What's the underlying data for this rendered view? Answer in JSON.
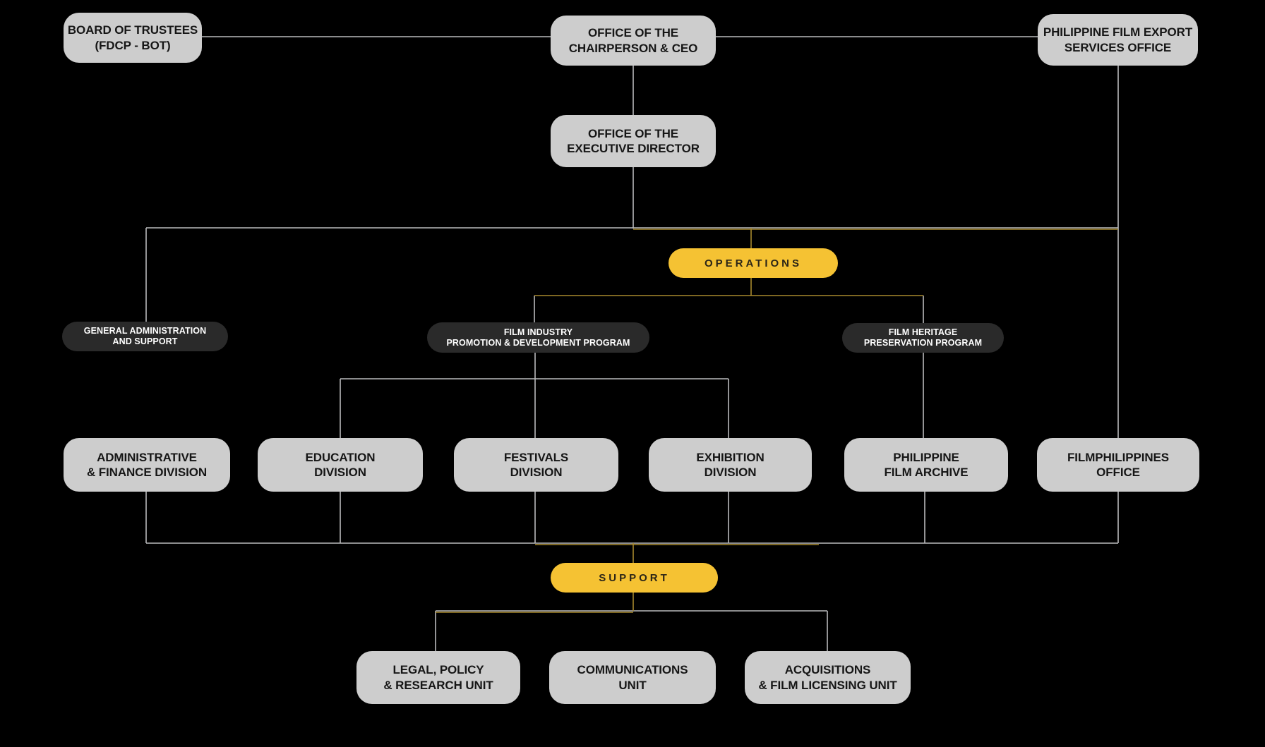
{
  "colors": {
    "background": "#000000",
    "accent_yellow": "#F5C233",
    "box_gray": "#CDCDCD",
    "pill_dark": "#2A2A2A",
    "line_silver": "#B9BABC",
    "line_gold": "#A8892E",
    "text_dark": "#161616",
    "text_light": "#FFFFFF"
  },
  "nodes": {
    "bot": {
      "line1": "BOARD OF TRUSTEES",
      "line2": "(FDCP - BOT)"
    },
    "chairperson": {
      "line1": "OFFICE OF THE",
      "line2": "CHAIRPERSON & CEO"
    },
    "pfeso": {
      "line1": "PHILIPPINE FILM EXPORT",
      "line2": "SERVICES OFFICE"
    },
    "exec_director": {
      "line1": "OFFICE OF THE",
      "line2": "EXECUTIVE DIRECTOR"
    },
    "operations": {
      "label": "OPERATIONS"
    },
    "general_admin": {
      "line1": "GENERAL ADMINISTRATION",
      "line2": "AND SUPPORT"
    },
    "film_industry": {
      "line1": "FILM INDUSTRY",
      "line2": "PROMOTION & DEVELOPMENT PROGRAM"
    },
    "film_heritage": {
      "line1": "FILM HERITAGE",
      "line2": "PRESERVATION PROGRAM"
    },
    "admin_finance": {
      "line1": "ADMINISTRATIVE",
      "line2": "& FINANCE DIVISION"
    },
    "education": {
      "line1": "EDUCATION",
      "line2": "DIVISION"
    },
    "festivals": {
      "line1": "FESTIVALS",
      "line2": "DIVISION"
    },
    "exhibition": {
      "line1": "EXHIBITION",
      "line2": "DIVISION"
    },
    "film_archive": {
      "line1": "PHILIPPINE",
      "line2": "FILM ARCHIVE"
    },
    "filmphilippines": {
      "line1": "FILMPHILIPPINES",
      "line2": "OFFICE"
    },
    "support": {
      "label": "SUPPORT"
    },
    "legal": {
      "line1": "LEGAL, POLICY",
      "line2": "& RESEARCH UNIT"
    },
    "communications": {
      "line1": "COMMUNICATIONS",
      "line2": "UNIT"
    },
    "acquisitions": {
      "line1": "ACQUISITIONS",
      "line2": "& FILM LICENSING UNIT"
    }
  },
  "edges": [
    {
      "from": "bot",
      "to": "chairperson"
    },
    {
      "from": "chairperson",
      "to": "pfeso"
    },
    {
      "from": "chairperson",
      "to": "exec_director"
    },
    {
      "from": "exec_director",
      "to": "operations"
    },
    {
      "from": "exec_director",
      "to": "general_admin"
    },
    {
      "from": "operations",
      "to": "film_industry"
    },
    {
      "from": "operations",
      "to": "film_heritage"
    },
    {
      "from": "general_admin",
      "to": "admin_finance"
    },
    {
      "from": "film_industry",
      "to": "education"
    },
    {
      "from": "film_industry",
      "to": "festivals"
    },
    {
      "from": "film_industry",
      "to": "exhibition"
    },
    {
      "from": "film_heritage",
      "to": "film_archive"
    },
    {
      "from": "pfeso",
      "to": "filmphilippines"
    },
    {
      "from": "admin_finance",
      "to": "support"
    },
    {
      "from": "education",
      "to": "support"
    },
    {
      "from": "festivals",
      "to": "support"
    },
    {
      "from": "exhibition",
      "to": "support"
    },
    {
      "from": "film_archive",
      "to": "support"
    },
    {
      "from": "filmphilippines",
      "to": "support"
    },
    {
      "from": "support",
      "to": "legal"
    },
    {
      "from": "support",
      "to": "communications"
    },
    {
      "from": "support",
      "to": "acquisitions"
    }
  ]
}
